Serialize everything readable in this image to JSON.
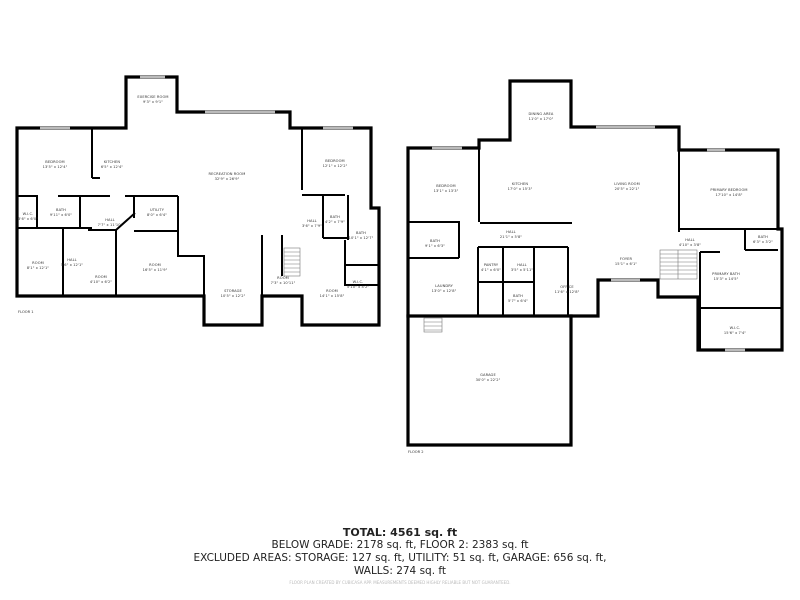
{
  "floor1": {
    "label": "FLOOR 1",
    "rooms": [
      {
        "name": "EXERCISE ROOM",
        "dims": "9'3\" x 9'1\""
      },
      {
        "name": "BEDROOM",
        "dims": "13'5\" x 12'4\""
      },
      {
        "name": "KITCHEN",
        "dims": "6'5\" x 12'4\""
      },
      {
        "name": "RECREATION ROOM",
        "dims": "32'9\" x 26'9\""
      },
      {
        "name": "BEDROOM",
        "dims": "12'1\" x 12'2\""
      },
      {
        "name": "W.I.C.",
        "dims": "3'6\" x 6'0\""
      },
      {
        "name": "BATH",
        "dims": "9'11\" x 6'0\""
      },
      {
        "name": "HALL",
        "dims": "7'7\" x 11'10\""
      },
      {
        "name": "UTILITY",
        "dims": "8'0\" x 6'4\""
      },
      {
        "name": "HALL",
        "dims": "3'6\" x 7'9\""
      },
      {
        "name": "BATH",
        "dims": "4'2\" x 7'9\""
      },
      {
        "name": "BATH",
        "dims": "10'1\" x 12'7\""
      },
      {
        "name": "ROOM",
        "dims": "8'1\" x 12'1\""
      },
      {
        "name": "HALL",
        "dims": "5'6\" x 12'1\""
      },
      {
        "name": "ROOM",
        "dims": "4'10\" x 6'2\""
      },
      {
        "name": "ROOM",
        "dims": "16'5\" x 11'9\""
      },
      {
        "name": "ROOM",
        "dims": "7'3\" x 10'11\""
      },
      {
        "name": "STORAGE",
        "dims": "10'5\" x 12'2\""
      },
      {
        "name": "W.I.C.",
        "dims": "5'10\" x 4'2\""
      },
      {
        "name": "ROOM",
        "dims": "14'1\" x 15'8\""
      }
    ]
  },
  "floor2": {
    "label": "FLOOR 2",
    "rooms": [
      {
        "name": "DINING AREA",
        "dims": "11'0\" x 17'0\""
      },
      {
        "name": "KITCHEN",
        "dims": "17'0\" x 15'3\""
      },
      {
        "name": "LIVING ROOM",
        "dims": "20'5\" x 22'1\""
      },
      {
        "name": "PRIMARY BEDROOM",
        "dims": "17'10\" x 14'8\""
      },
      {
        "name": "BEDROOM",
        "dims": "13'1\" x 13'3\""
      },
      {
        "name": "BATH",
        "dims": "9'1\" x 6'3\""
      },
      {
        "name": "HALL",
        "dims": "21'1\" x 5'8\""
      },
      {
        "name": "HALL",
        "dims": "4'10\" x 3'8\""
      },
      {
        "name": "BATH",
        "dims": "6'3\" x 3'2\""
      },
      {
        "name": "PANTRY",
        "dims": "4'1\" x 6'0\""
      },
      {
        "name": "HALL",
        "dims": "3'5\" x 5'11\""
      },
      {
        "name": "FOYER",
        "dims": "15'1\" x 6'1\""
      },
      {
        "name": "PRIMARY BATH",
        "dims": "15'3\" x 14'5\""
      },
      {
        "name": "LAUNDRY",
        "dims": "13'0\" x 12'8\""
      },
      {
        "name": "OFFICE",
        "dims": "11'6\" x 12'8\""
      },
      {
        "name": "BATH",
        "dims": "5'7\" x 6'4\""
      },
      {
        "name": "W.I.C.",
        "dims": "15'6\" x 7'4\""
      },
      {
        "name": "GARAGE",
        "dims": "30'0\" x 22'2\""
      }
    ]
  },
  "summary": {
    "total": "TOTAL: 4561 sq. ft",
    "line1": "BELOW GRADE: 2178 sq. ft, FLOOR 2: 2383 sq. ft",
    "line2": "EXCLUDED AREAS: STORAGE: 127 sq. ft, UTILITY: 51 sq. ft, GARAGE: 656 sq. ft,",
    "line3": "WALLS: 274 sq. ft",
    "disclaimer": "FLOOR PLAN CREATED BY CUBICASA APP. MEASUREMENTS DEEMED HIGHLY RELIABLE BUT NOT GUARANTEED."
  }
}
